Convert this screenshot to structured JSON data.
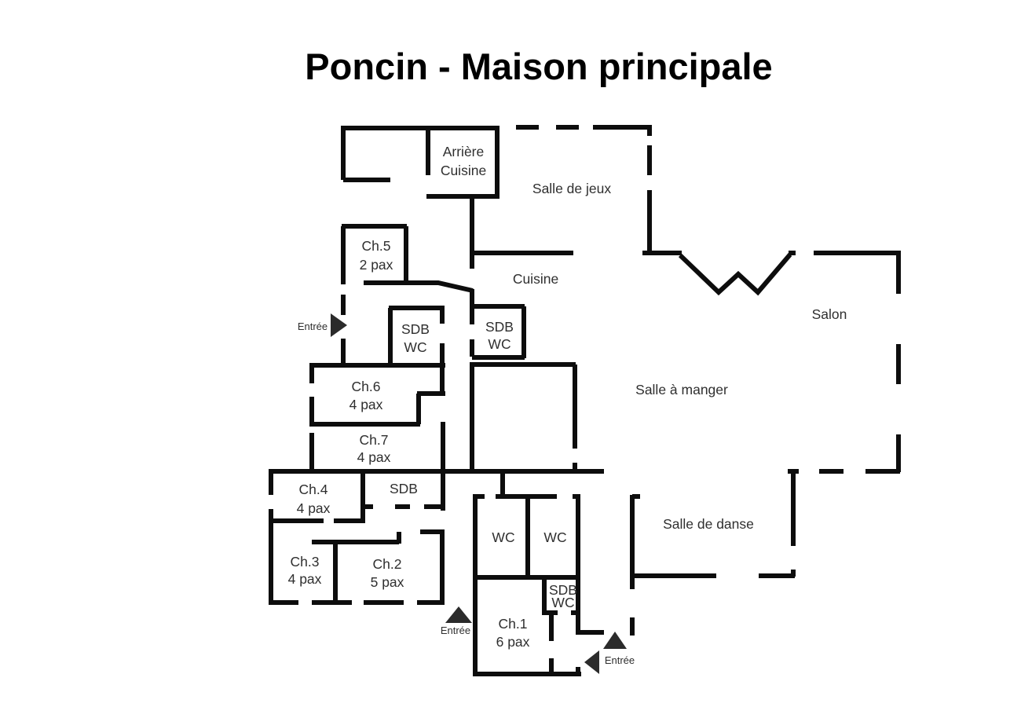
{
  "title": "Poncin - Maison principale",
  "rooms": {
    "arriere_cuisine": {
      "line1": "Arrière",
      "line2": "Cuisine"
    },
    "salle_de_jeux": {
      "label": "Salle de jeux"
    },
    "ch5": {
      "name": "Ch.5",
      "pax": "2 pax"
    },
    "cuisine": {
      "label": "Cuisine"
    },
    "salon": {
      "label": "Salon"
    },
    "sdb_wc_left": {
      "line1": "SDB",
      "line2": "WC"
    },
    "sdb_wc_right": {
      "line1": "SDB",
      "line2": "WC"
    },
    "ch6": {
      "name": "Ch.6",
      "pax": "4 pax"
    },
    "salle_a_manger": {
      "label": "Salle à manger"
    },
    "ch7": {
      "name": "Ch.7",
      "pax": "4 pax"
    },
    "ch4": {
      "name": "Ch.4",
      "pax": "4 pax"
    },
    "sdb_couloir": {
      "label": "SDB"
    },
    "salle_de_danse": {
      "label": "Salle de danse"
    },
    "ch3": {
      "name": "Ch.3",
      "pax": "4 pax"
    },
    "ch2": {
      "name": "Ch.2",
      "pax": "5 pax"
    },
    "wc_left": {
      "label": "WC"
    },
    "wc_right": {
      "label": "WC"
    },
    "sdb_wc_ch1": {
      "line1": "SDB",
      "line2": "WC"
    },
    "ch1": {
      "name": "Ch.1",
      "pax": "6 pax"
    }
  },
  "entrances": {
    "left": {
      "label": "Entrée"
    },
    "bottom_left": {
      "label": "Entrée"
    },
    "bottom_right": {
      "label": "Entrée"
    }
  },
  "colors": {
    "wall": "#0d0d0d",
    "label": "#2f2f2f",
    "title": "#000000",
    "background": "#ffffff"
  }
}
